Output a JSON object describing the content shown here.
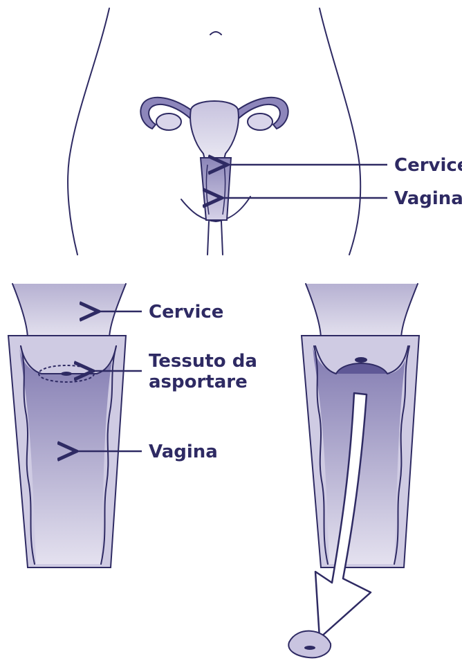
{
  "labels": {
    "top_cervice": "Cervice",
    "top_vagina": "Vagina",
    "left_cervice": "Cervice",
    "left_tissue_line1": "Tessuto da",
    "left_tissue_line2": "asportare",
    "left_vagina": "Vagina"
  },
  "colors": {
    "outline": "#2e2a63",
    "fill_light": "#ddd9ea",
    "fill_mid": "#b3aed0",
    "fill_dark": "#7c74ac",
    "text": "#2e2a63"
  },
  "icons": [
    "arrow-pointer",
    "removal-arrow"
  ]
}
